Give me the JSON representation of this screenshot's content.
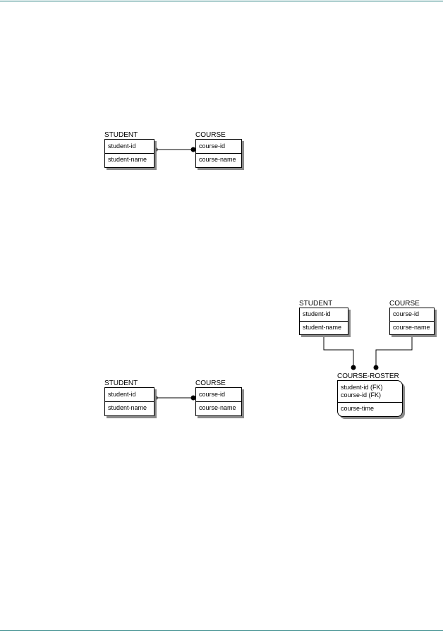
{
  "diagram1": {
    "student": {
      "name": "STUDENT",
      "key": "student-id",
      "attr": "student-name"
    },
    "course": {
      "name": "COURSE",
      "key": "course-id",
      "attr": "course-name"
    }
  },
  "diagram2": {
    "student": {
      "name": "STUDENT",
      "key": "student-id",
      "attr": "student-name"
    },
    "course": {
      "name": "COURSE",
      "key": "course-id",
      "attr": "course-name"
    }
  },
  "diagram3": {
    "student": {
      "name": "STUDENT",
      "key": "student-id",
      "attr": "student-name"
    },
    "course": {
      "name": "COURSE",
      "key": "course-id",
      "attr": "course-name"
    },
    "roster": {
      "name": "COURSE-ROSTER",
      "key1": "student-id (FK)",
      "key2": "course-id (FK)",
      "attr": "course-time"
    }
  },
  "colors": {
    "rule": "#1c7a7a",
    "shadow": "#8a8a8a"
  }
}
